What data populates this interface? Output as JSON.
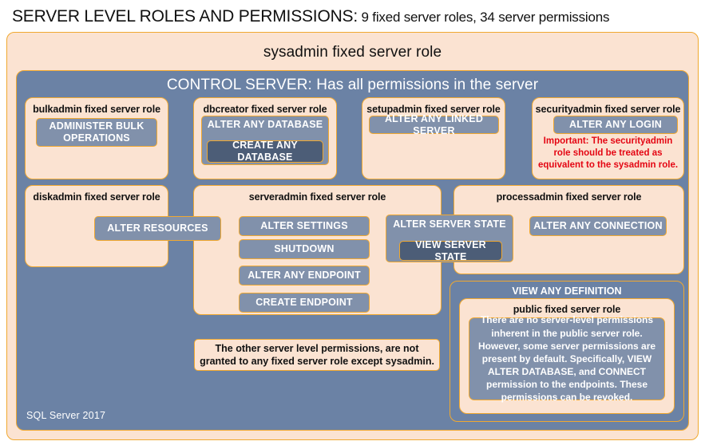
{
  "title": {
    "main": "SERVER LEVEL ROLES AND PERMISSIONS:",
    "sub": " 9 fixed server roles, 34 server permissions"
  },
  "sysadmin": {
    "label": "sysadmin fixed server role"
  },
  "control_server": {
    "label": "CONTROL SERVER: Has all permissions in the server"
  },
  "roles": {
    "bulkadmin": {
      "label": "bulkadmin fixed server role",
      "permission": "ADMINISTER  BULK OPERATIONS"
    },
    "dbcreator": {
      "label": "dbcreator fixed server role",
      "permission_outer": "ALTER ANY DATABASE",
      "permission_inner": "CREATE  ANY DATABASE"
    },
    "setupadmin": {
      "label": "setupadmin fixed server role",
      "permission": "ALTER ANY LINKED SERVER"
    },
    "securityadmin": {
      "label": "securityadmin fixed server role",
      "permission": "ALTER ANY LOGIN",
      "warning": "Important:  The securityadmin role should  be treated as equivalent to the  sysadmin role."
    },
    "diskadmin": {
      "label": "diskadmin fixed server role",
      "permission": "ALTER RESOURCES"
    },
    "serveradmin": {
      "label": "serveradmin fixed server role",
      "permissions": [
        "ALTER SETTINGS",
        "SHUTDOWN",
        "ALTER ANY ENDPOINT",
        "CREATE  ENDPOINT"
      ],
      "shared_permission_outer": "ALTER SERVER  STATE",
      "shared_permission_inner": "VIEW SERVER  STATE"
    },
    "processadmin": {
      "label": "processadmin fixed server role",
      "permission": "ALTER ANY CONNECTION"
    },
    "public": {
      "view_any_definition": "VIEW ANY DEFINITION",
      "label": "public  fixed server role",
      "description": "There are no server-level permissions inherent in the public server role. However, some server permissions are present by default. Specifically, VIEW ALTER DATABASE, and CONNECT permission to the endpoints. These permissions can be revoked."
    }
  },
  "footnote": "The other server level permissions,  are not granted to any fixed server role except sysadmin.",
  "stamp": "SQL Server 2017",
  "colors": {
    "peach_fill": "#fbe3d2",
    "gold_border": "#f0a830",
    "slate_fill": "#6b82a5",
    "permission_fill": "#8191ab",
    "permission_dark_fill": "#4c5d77",
    "warning_text": "#e40613"
  }
}
